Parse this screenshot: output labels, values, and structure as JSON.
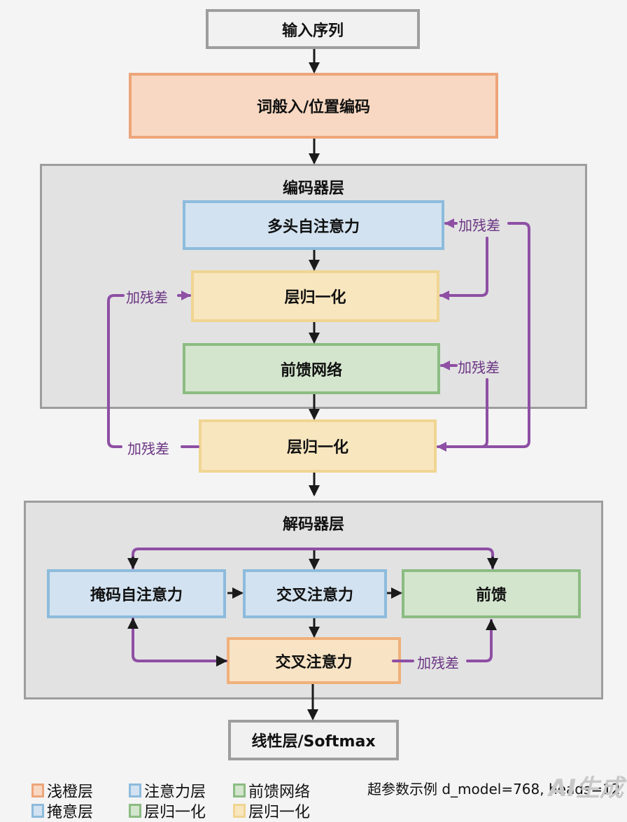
{
  "nodes": {
    "input": "输入序列",
    "embedding": "词般入/位置编码",
    "encoder_title": "编码器层",
    "enc_mha": "多头自注意力",
    "enc_ln1": "层归一化",
    "enc_ffn": "前馈网络",
    "ln_out": "层归一化",
    "decoder_title": "解码器层",
    "dec_masked": "掩码自注意力",
    "dec_cross": "交叉注意力",
    "dec_ff": "前馈",
    "dec_cross2": "交叉注意力",
    "output": "线性层/Softmax"
  },
  "residual_label": "加残差",
  "legend": {
    "row1": [
      {
        "label": "浅橙层",
        "color": "#eda57a"
      },
      {
        "label": "注意力层",
        "color": "#8dbbdc"
      },
      {
        "label": "前馈网络",
        "color": "#8cbc82"
      }
    ],
    "row2": [
      {
        "label": "掩意层",
        "color": "#8dbbdc"
      },
      {
        "label": "层归一化",
        "color": "#8cbc82"
      },
      {
        "label": "层归一化",
        "color": "#f0d592"
      }
    ],
    "hyperparams": "超参数示例 d_model=768, heads=12"
  },
  "watermark": "AI生成",
  "colors": {
    "residual": "#8e4fa4",
    "arrow": "#1a1a1a"
  }
}
